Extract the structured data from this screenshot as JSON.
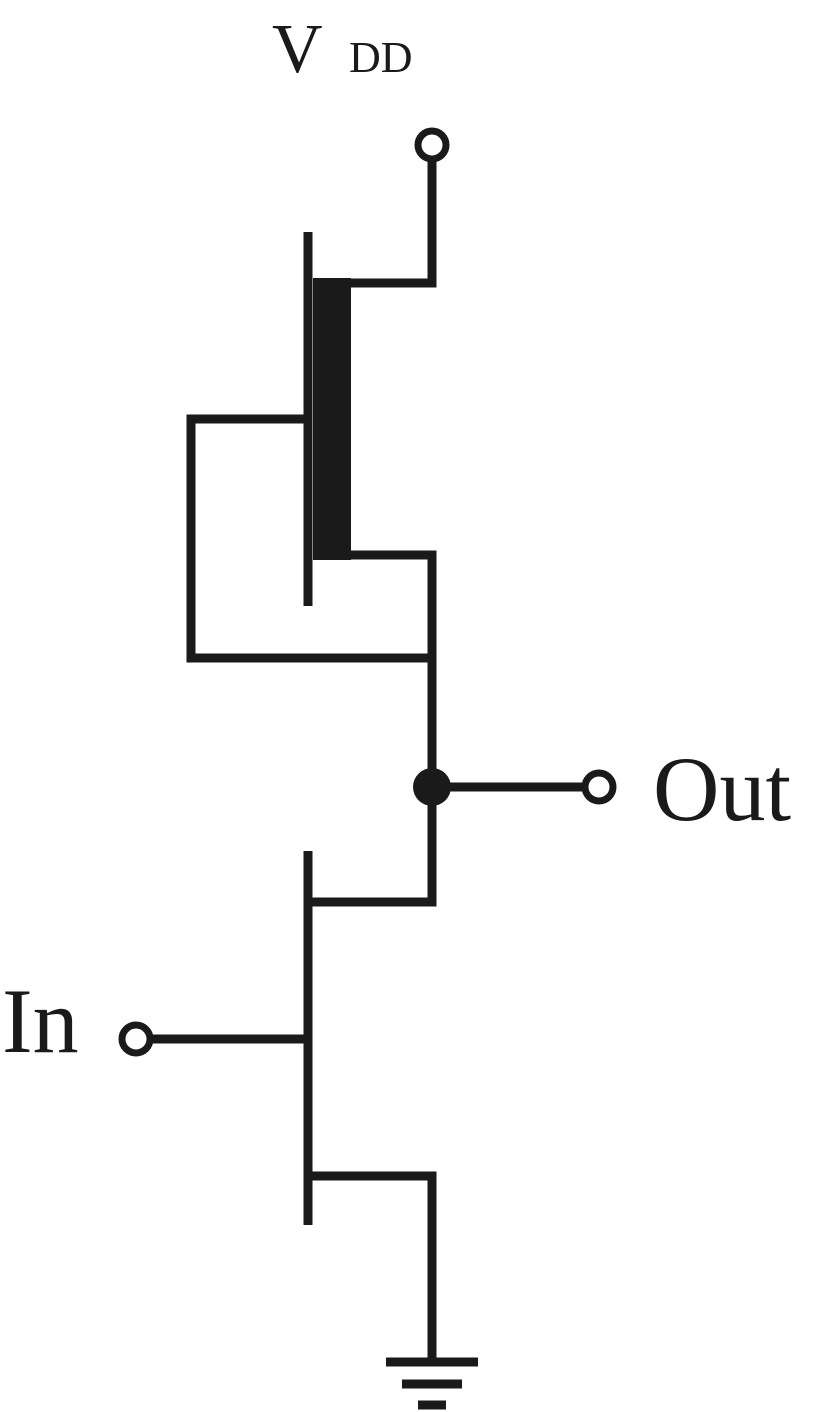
{
  "labels": {
    "vdd_main": "V",
    "vdd_sub": "DD",
    "output": "Out",
    "input": "In"
  },
  "colors": {
    "ink": "#1a1a1a",
    "background": "#ffffff"
  }
}
